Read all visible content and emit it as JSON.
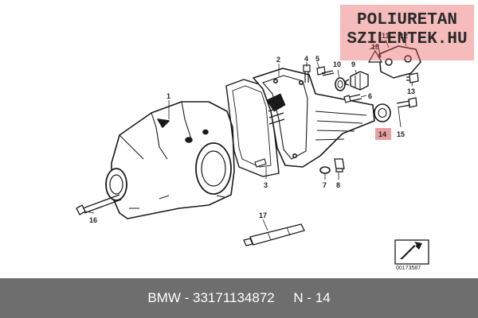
{
  "watermark": {
    "line1": "POLIURETAN",
    "line2": "SZILENTEK.HU"
  },
  "callouts": {
    "c1": "1",
    "c2": "2",
    "c3": "3",
    "c4": "4",
    "c5": "5",
    "c6": "6",
    "c7": "7",
    "c8": "8",
    "c9": "9",
    "c10": "10",
    "c11": "11",
    "c12": "12",
    "c13": "13",
    "c14": "14",
    "c15": "15",
    "c16": "16",
    "c17": "17",
    "c18": "18"
  },
  "highlight_color": "#e9a0a0",
  "catalog_code": "00173587",
  "footer": {
    "text": "BMW - 33171134872     N - 14"
  }
}
